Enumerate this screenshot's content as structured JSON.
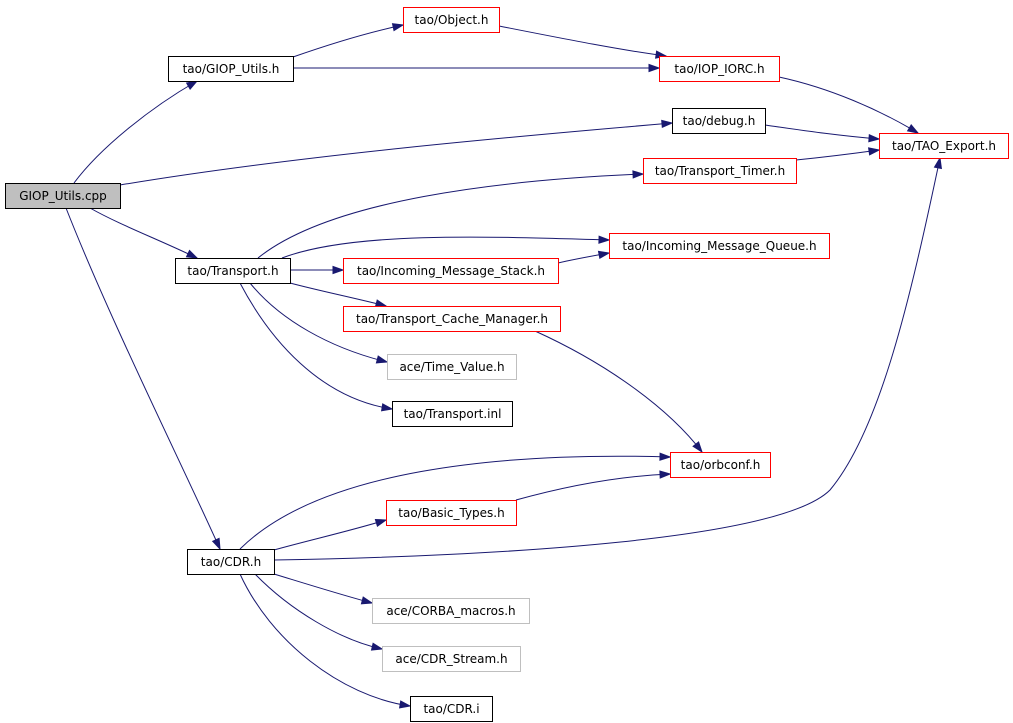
{
  "colors": {
    "edge": "#191970",
    "border_black": "#000000",
    "border_red": "#ff0000",
    "border_gray": "#bfbfbf",
    "root_fill": "#bfbfbf",
    "fill": "#ffffff"
  },
  "nodes": [
    {
      "id": "giop_utils_cpp",
      "label": "GIOP_Utils.cpp",
      "kind": "root"
    },
    {
      "id": "giop_utils_h",
      "label": "tao/GIOP_Utils.h",
      "kind": "normal"
    },
    {
      "id": "object_h",
      "label": "tao/Object.h",
      "kind": "truncated"
    },
    {
      "id": "iop_iorc_h",
      "label": "tao/IOP_IORC.h",
      "kind": "truncated"
    },
    {
      "id": "debug_h",
      "label": "tao/debug.h",
      "kind": "normal"
    },
    {
      "id": "tao_export_h",
      "label": "tao/TAO_Export.h",
      "kind": "truncated"
    },
    {
      "id": "transport_timer_h",
      "label": "tao/Transport_Timer.h",
      "kind": "truncated"
    },
    {
      "id": "transport_h",
      "label": "tao/Transport.h",
      "kind": "normal"
    },
    {
      "id": "incoming_message_queue_h",
      "label": "tao/Incoming_Message_Queue.h",
      "kind": "truncated"
    },
    {
      "id": "incoming_message_stack_h",
      "label": "tao/Incoming_Message_Stack.h",
      "kind": "truncated"
    },
    {
      "id": "transport_cache_manager_h",
      "label": "tao/Transport_Cache_Manager.h",
      "kind": "truncated"
    },
    {
      "id": "time_value_h",
      "label": "ace/Time_Value.h",
      "kind": "external"
    },
    {
      "id": "transport_inl",
      "label": "tao/Transport.inl",
      "kind": "normal"
    },
    {
      "id": "orbconf_h",
      "label": "tao/orbconf.h",
      "kind": "truncated"
    },
    {
      "id": "basic_types_h",
      "label": "tao/Basic_Types.h",
      "kind": "truncated"
    },
    {
      "id": "cdr_h",
      "label": "tao/CDR.h",
      "kind": "normal"
    },
    {
      "id": "corba_macros_h",
      "label": "ace/CORBA_macros.h",
      "kind": "external"
    },
    {
      "id": "cdr_stream_h",
      "label": "ace/CDR_Stream.h",
      "kind": "external"
    },
    {
      "id": "cdr_i",
      "label": "tao/CDR.i",
      "kind": "normal"
    }
  ],
  "edges": [
    {
      "from": "giop_utils_cpp",
      "to": "giop_utils_h"
    },
    {
      "from": "giop_utils_cpp",
      "to": "debug_h"
    },
    {
      "from": "giop_utils_cpp",
      "to": "transport_h"
    },
    {
      "from": "giop_utils_cpp",
      "to": "cdr_h"
    },
    {
      "from": "giop_utils_h",
      "to": "object_h"
    },
    {
      "from": "giop_utils_h",
      "to": "iop_iorc_h"
    },
    {
      "from": "object_h",
      "to": "iop_iorc_h"
    },
    {
      "from": "iop_iorc_h",
      "to": "tao_export_h"
    },
    {
      "from": "debug_h",
      "to": "tao_export_h"
    },
    {
      "from": "transport_timer_h",
      "to": "tao_export_h"
    },
    {
      "from": "transport_h",
      "to": "transport_timer_h"
    },
    {
      "from": "transport_h",
      "to": "incoming_message_queue_h"
    },
    {
      "from": "transport_h",
      "to": "incoming_message_stack_h"
    },
    {
      "from": "incoming_message_stack_h",
      "to": "incoming_message_queue_h"
    },
    {
      "from": "transport_h",
      "to": "transport_cache_manager_h"
    },
    {
      "from": "transport_h",
      "to": "time_value_h"
    },
    {
      "from": "transport_h",
      "to": "transport_inl"
    },
    {
      "from": "transport_cache_manager_h",
      "to": "orbconf_h"
    },
    {
      "from": "cdr_h",
      "to": "orbconf_h"
    },
    {
      "from": "cdr_h",
      "to": "basic_types_h"
    },
    {
      "from": "basic_types_h",
      "to": "orbconf_h"
    },
    {
      "from": "cdr_h",
      "to": "tao_export_h"
    },
    {
      "from": "cdr_h",
      "to": "corba_macros_h"
    },
    {
      "from": "cdr_h",
      "to": "cdr_stream_h"
    },
    {
      "from": "cdr_h",
      "to": "cdr_i"
    }
  ]
}
